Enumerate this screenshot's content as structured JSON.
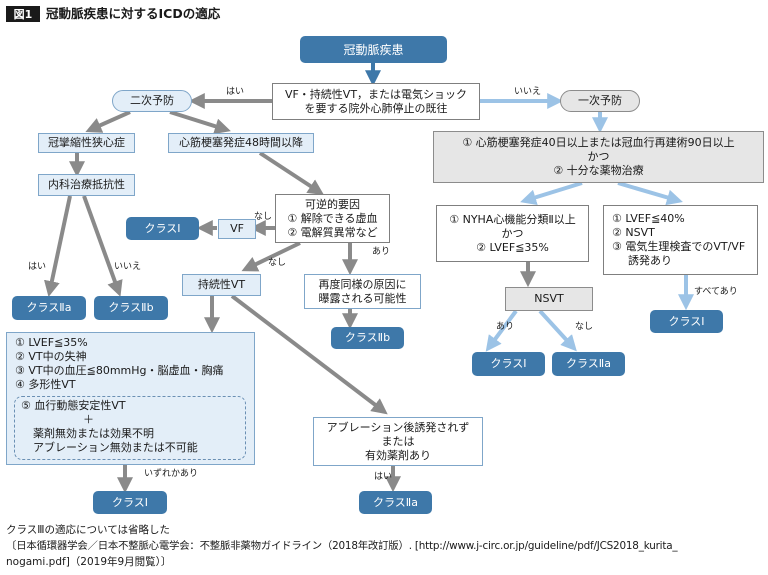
{
  "figure": {
    "badge": "図1",
    "title": "冠動脈疾患に対するICDの適応"
  },
  "nodes": {
    "root": "冠動脈疾患",
    "q_history_l1": "VF・持続性VT，または電気ショック",
    "q_history_l2": "を要する院外心肺停止の既往",
    "secondary": "二次予防",
    "primary": "一次予防",
    "vasospasm": "冠攣縮性狭心症",
    "mi48": "心筋梗塞発症48時間以降",
    "medical_refractory": "内科治療抵抗性",
    "reversible_l1": "可逆的要因",
    "reversible_l2": "① 解除できる虚血",
    "reversible_l3": "② 電解質異常など",
    "vf": "VF",
    "class1_vf": "クラスⅠ",
    "class2a_left": "クラスⅡa",
    "class2b_left": "クラスⅡb",
    "sustained_vt": "持続性VT",
    "recur_l1": "再度同様の原因に",
    "recur_l2": "曝露される可能性",
    "class2b_recur": "クラスⅡb",
    "criteria": {
      "c1": "① LVEF≦35%",
      "c2": "② VT中の失神",
      "c3": "③ VT中の血圧≦80mmHg・脳虚血・胸痛",
      "c4": "④ 多形性VT",
      "c5": "⑤ 血行動態安定性VT",
      "plus": "＋",
      "c5b": "薬剤無効または効果不明",
      "c5c": "アブレーション無効または不可能"
    },
    "class1_any": "クラスⅠ",
    "ablation_l1": "アブレーション後誘発されず",
    "ablation_l2": "または",
    "ablation_l3": "有効薬剤あり",
    "class2a_ablation": "クラスⅡa",
    "primary_cond_l1": "① 心筋梗塞発症40日以上または冠血行再建術90日以上",
    "primary_cond_l2": "かつ",
    "primary_cond_l3": "② 十分な薬物治療",
    "nyha_l1": "① NYHA心機能分類Ⅱ以上",
    "nyha_l2": "かつ",
    "nyha_l3": "② LVEF≦35%",
    "ef40_l1": "① LVEF≦40%",
    "ef40_l2": "② NSVT",
    "ef40_l3": "③ 電気生理検査でのVT/VF",
    "ef40_l4": "誘発あり",
    "nsvt": "NSVT",
    "class1_nsvt": "クラスⅠ",
    "class2a_nsvt": "クラスⅡa",
    "class1_ep": "クラスⅠ"
  },
  "labels": {
    "yes_secondary": "はい",
    "no_primary": "いいえ",
    "yes_left": "はい",
    "no_left": "いいえ",
    "none_vf": "なし",
    "none_vt": "なし",
    "exists_recur": "あり",
    "any": "いずれかあり",
    "yes_ablation": "はい",
    "exists_nsvt": "あり",
    "none_nsvt": "なし",
    "all_exist": "すべてあり"
  },
  "footer": {
    "note": "クラスⅢの適応については省略した",
    "source_l1": "〔日本循環器学会／日本不整脈心電学会：不整脈非薬物ガイドライン（2018年改訂版）. [http://www.j-circ.or.jp/guideline/pdf/JCS2018_kurita_",
    "source_l2": "nogami.pdf]（2019年9月閲覧）〕"
  },
  "colors": {
    "dark_blue": "#3e78a9",
    "light_blue_fill": "#e3eef8",
    "blue_arrow": "#9cc3e6",
    "gray_arrow": "#8a8a8a",
    "gray_fill": "#e6e6e6"
  }
}
